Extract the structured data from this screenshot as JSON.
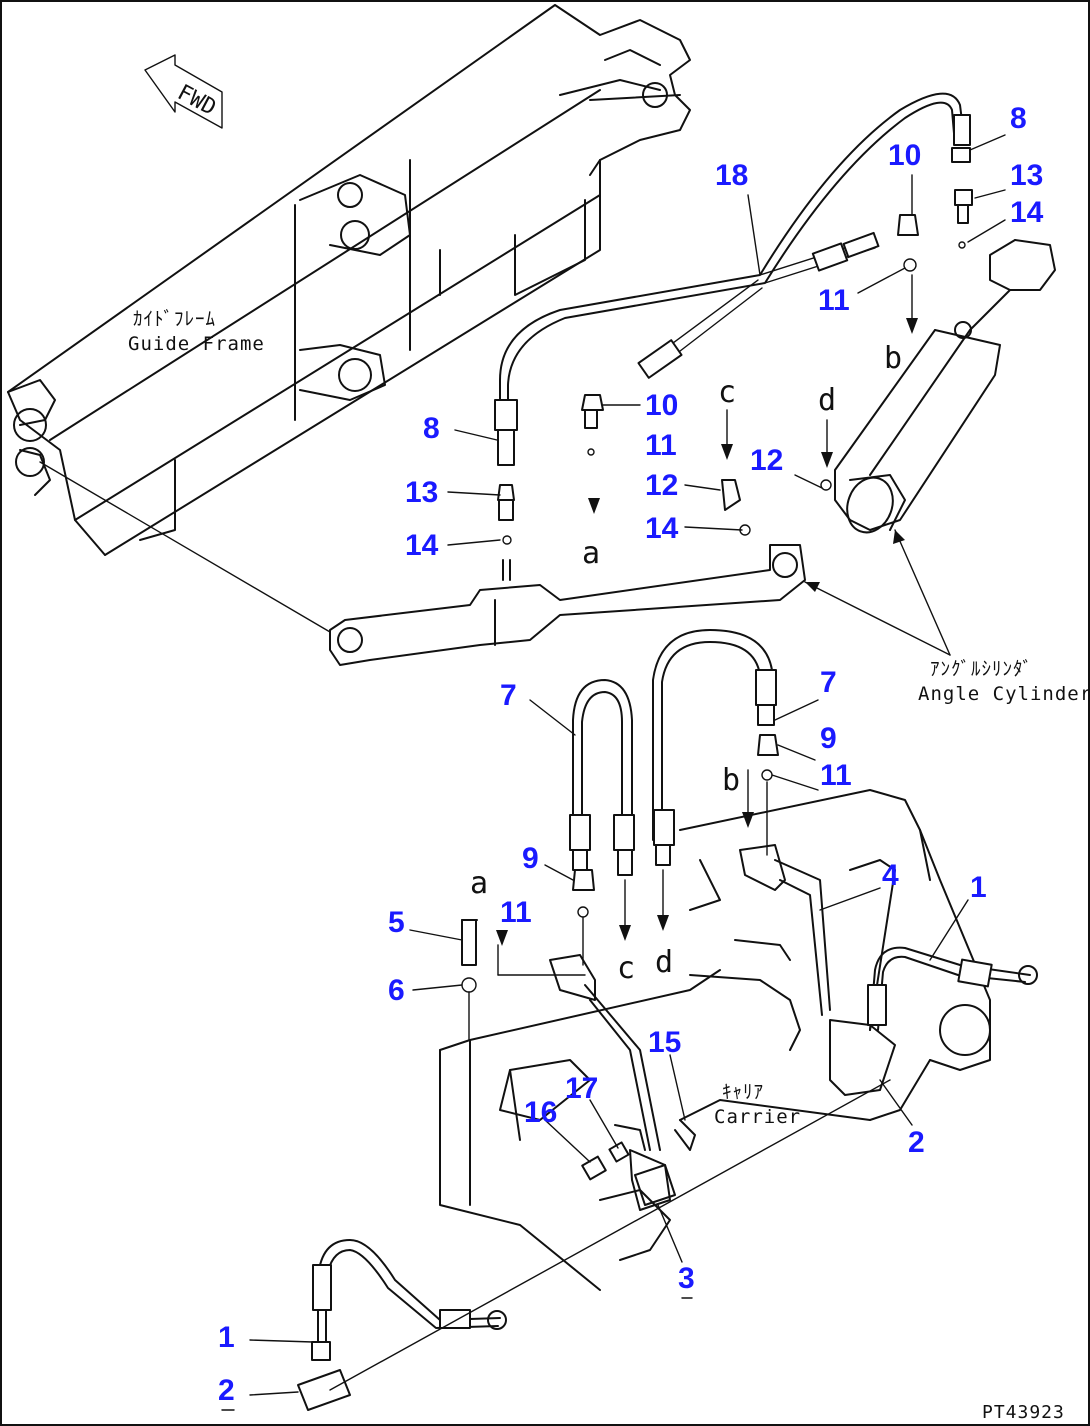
{
  "diagram": {
    "fwd_label": "FWD",
    "labels": {
      "guide_frame_jp": "ｶｲﾄﾞﾌﾚｰﾑ",
      "guide_frame_en": "Guide Frame",
      "angle_cylinder_jp": "ｱﾝｸﾞﾙｼﾘﾝﾀﾞ",
      "angle_cylinder_en": "Angle Cylinder",
      "carrier_jp": "ｷｬﾘｱ",
      "carrier_en": "Carrier"
    },
    "callouts": {
      "c18": "18",
      "c10a": "10",
      "c8a": "8",
      "c13a": "13",
      "c14a": "14",
      "c11a": "11",
      "c8b": "8",
      "c13b": "13",
      "c14b": "14",
      "c10b": "10",
      "c11b": "11",
      "c12a": "12",
      "c12b": "12",
      "c14c": "14",
      "c7a": "7",
      "c7b": "7",
      "c9a": "9",
      "c11c": "11",
      "c9b": "9",
      "c11d": "11",
      "c5": "5",
      "c6": "6",
      "c4": "4",
      "c1a": "1",
      "c15": "15",
      "c17": "17",
      "c16": "16",
      "c2a": "2",
      "c3": "3",
      "c1b": "1",
      "c2b": "2"
    },
    "letters": {
      "b_top": "b",
      "c_top": "c",
      "d_top": "d",
      "a_mid": "a",
      "b_low": "b",
      "a_low": "a",
      "c_low": "c",
      "d_low": "d"
    },
    "drawing_code": "PT43923"
  }
}
